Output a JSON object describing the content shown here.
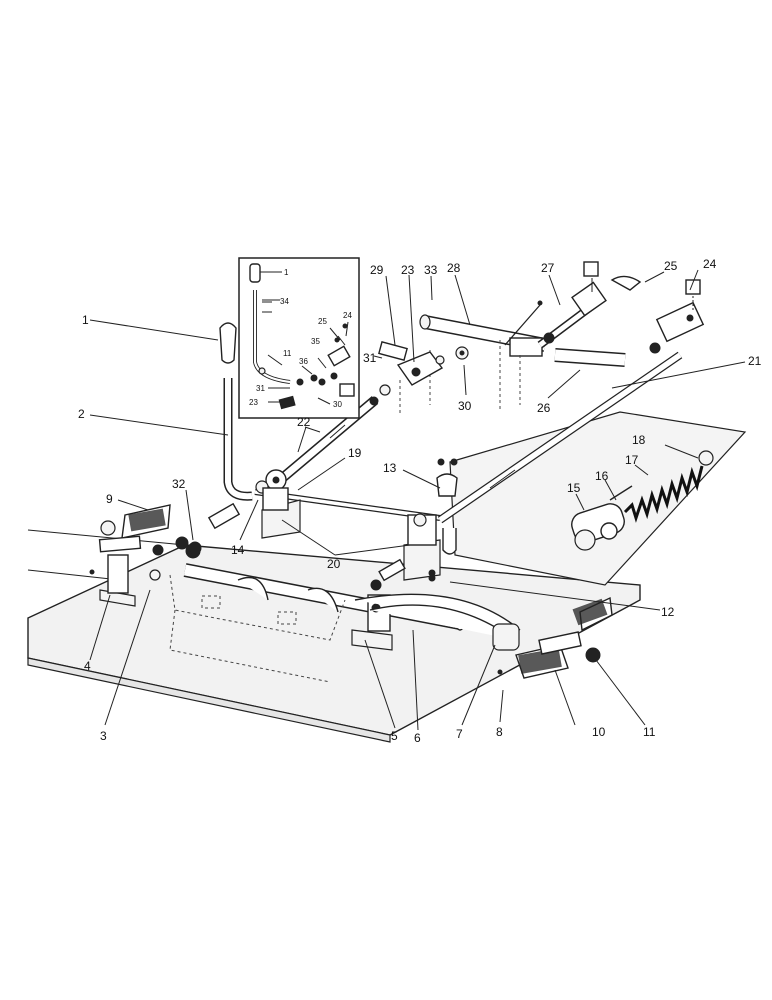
{
  "diagram": {
    "callouts": {
      "c1": "1",
      "c2": "2",
      "c3": "3",
      "c4": "4",
      "c5": "5",
      "c6": "6",
      "c7": "7",
      "c8": "8",
      "c9": "9",
      "c10": "10",
      "c11": "11",
      "c12": "12",
      "c13": "13",
      "c14": "14",
      "c15": "15",
      "c16": "16",
      "c17": "17",
      "c18": "18",
      "c19": "19",
      "c20": "20",
      "c21": "21",
      "c22": "22",
      "c23": "23",
      "c24": "24",
      "c25": "25",
      "c26": "26",
      "c27": "27",
      "c28": "28",
      "c29": "29",
      "c30": "30",
      "c31": "31",
      "c32": "32",
      "c33": "33"
    },
    "inset_callouts": {
      "i1": "1",
      "i34": "34",
      "i25": "25",
      "i24": "24",
      "i35": "35",
      "i11": "11",
      "i36": "36",
      "i31": "31",
      "i23": "23",
      "i30": "30"
    }
  }
}
